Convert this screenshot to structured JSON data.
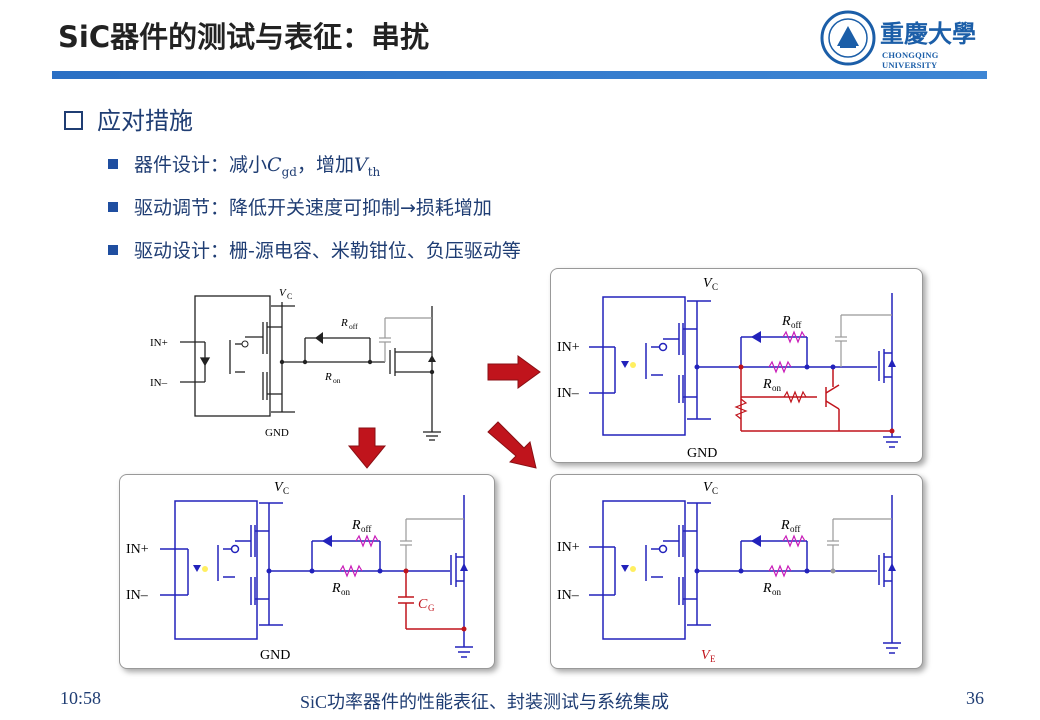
{
  "title": "SiC器件的测试与表征：串扰",
  "logo": {
    "name_cn": "重慶大學",
    "name_en": "CHONGQING UNIVERSITY"
  },
  "heading": "应对措施",
  "bullets": [
    {
      "prefix": "器件设计：减小",
      "v1": "C",
      "s1": "gd",
      "mid": "，增加",
      "v2": "V",
      "s2": "th"
    },
    {
      "text": "驱动调节：降低开关速度可抑制→损耗增加"
    },
    {
      "text": "驱动设计：栅-源电容、米勒钳位、负压驱动等"
    }
  ],
  "labels": {
    "vc": "V",
    "vc_sub": "C",
    "ve": "V",
    "ve_sub": "E",
    "in_plus": "IN+",
    "in_minus": "IN–",
    "gnd": "GND",
    "roff": "R",
    "roff_sub": "off",
    "ron": "R",
    "ron_sub": "on",
    "cg": "C",
    "cg_sub": "G"
  },
  "colors": {
    "accent": "#2a6fc4",
    "text": "#1f3d73",
    "wire": "#2222bb",
    "red": "#c0141c",
    "arrow": "#c0141c"
  },
  "footer": {
    "time": "10:58",
    "center": "SiC功率器件的性能表征、封装测试与系统集成",
    "page": "36"
  }
}
